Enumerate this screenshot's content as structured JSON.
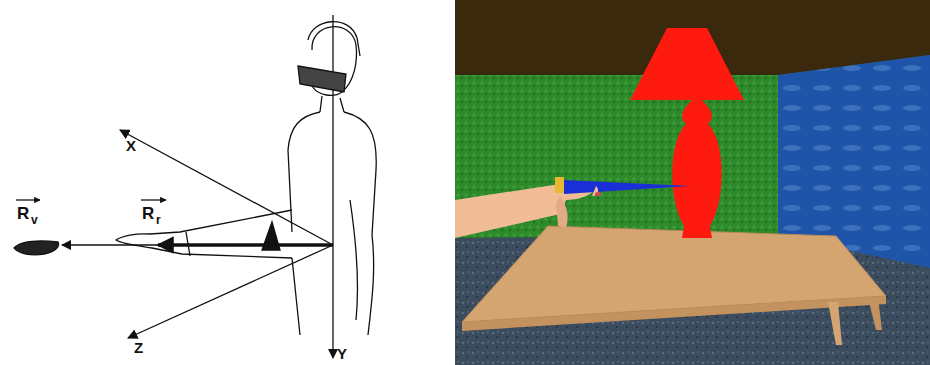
{
  "diagram": {
    "labels": [
      "X",
      "Z",
      "Y",
      "R",
      "v",
      "R",
      "r"
    ]
  }
}
